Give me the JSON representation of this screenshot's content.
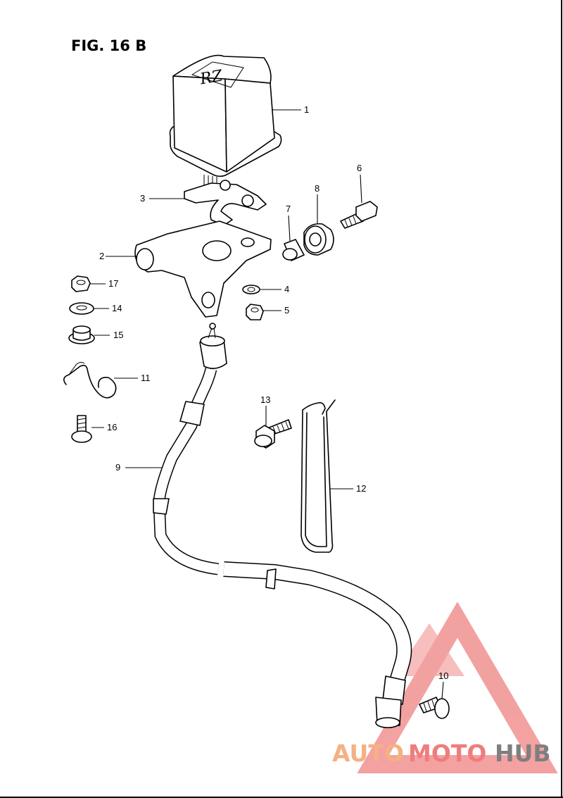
{
  "figure": {
    "title": "FIG. 16 B"
  },
  "relay_label": "RZ",
  "callouts": [
    {
      "id": "c1",
      "num": "1"
    },
    {
      "id": "c2",
      "num": "2"
    },
    {
      "id": "c3",
      "num": "3"
    },
    {
      "id": "c4",
      "num": "4"
    },
    {
      "id": "c5",
      "num": "5"
    },
    {
      "id": "c6",
      "num": "6"
    },
    {
      "id": "c7",
      "num": "7"
    },
    {
      "id": "c8",
      "num": "8"
    },
    {
      "id": "c9",
      "num": "9"
    },
    {
      "id": "c10",
      "num": "10"
    },
    {
      "id": "c11",
      "num": "11"
    },
    {
      "id": "c12",
      "num": "12"
    },
    {
      "id": "c13",
      "num": "13"
    },
    {
      "id": "c14",
      "num": "14"
    },
    {
      "id": "c15",
      "num": "15"
    },
    {
      "id": "c16",
      "num": "16"
    },
    {
      "id": "c17",
      "num": "17"
    }
  ],
  "watermark": {
    "part1": "AUTO",
    "part2": "MOTO",
    "part3": "HUB"
  },
  "colors": {
    "watermark_triangle": "#f08a8a",
    "watermark_auto": "#f4b183",
    "watermark_moto": "#ef7d7d",
    "watermark_hub": "#7f7f7f"
  }
}
